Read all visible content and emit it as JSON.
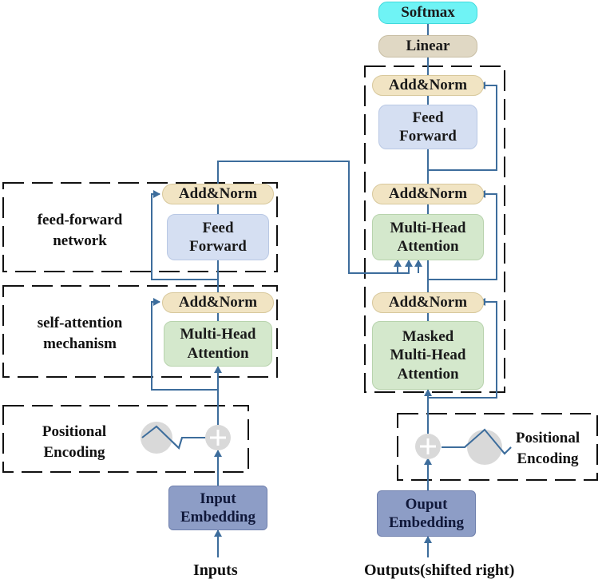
{
  "encoder": {
    "feed_forward_group_label": [
      "feed-forward",
      "network"
    ],
    "self_attention_group_label": [
      "self-attention",
      "mechanism"
    ],
    "positional_encoding_label": [
      "Positional",
      "Encoding"
    ],
    "add_norm_top": "Add&Norm",
    "feed_forward": [
      "Feed",
      "Forward"
    ],
    "add_norm_bottom": "Add&Norm",
    "multi_head_attention": [
      "Multi-Head",
      "Attention"
    ],
    "input_embedding": [
      "Input",
      "Embedding"
    ],
    "inputs_label": "Inputs"
  },
  "decoder": {
    "softmax": "Softmax",
    "linear": "Linear",
    "add_norm_top": "Add&Norm",
    "feed_forward": [
      "Feed",
      "Forward"
    ],
    "add_norm_middle": "Add&Norm",
    "multi_head_attention": [
      "Multi-Head",
      "Attention"
    ],
    "add_norm_bottom": "Add&Norm",
    "masked_multi_head_attention": [
      "Masked",
      "Multi-Head",
      "Attention"
    ],
    "positional_encoding_label": [
      "Positional",
      "Encoding"
    ],
    "output_embedding": [
      "Ouput",
      "Embedding"
    ],
    "outputs_label": "Outputs(shifted right)"
  },
  "colors": {
    "arrow": "#3d6d9c",
    "add_norm": "#f1e4c3",
    "feed_forward": "#d5dff2",
    "attention": "#d4e8cc",
    "embedding": "#8d9dc6",
    "softmax": "#6ff3f5",
    "linear": "#e0d8c4"
  }
}
